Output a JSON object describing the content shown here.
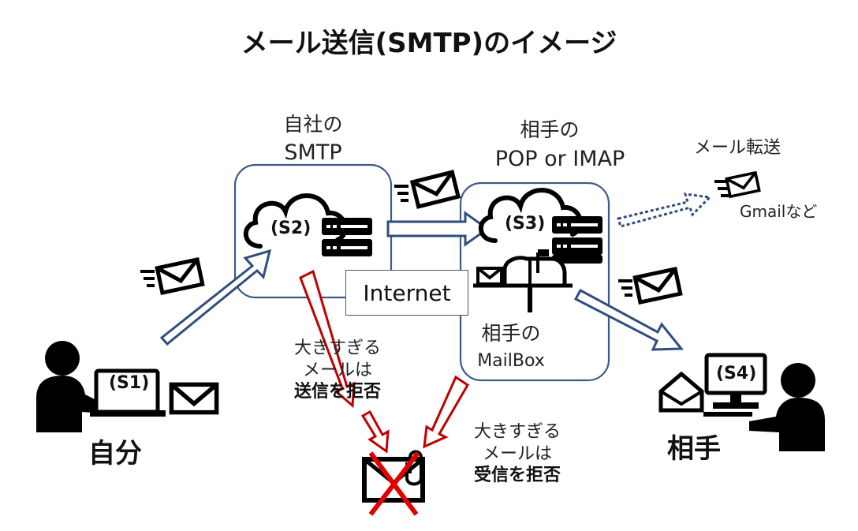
{
  "title": "メール送信(SMTP)のイメージ",
  "nodes": {
    "s1": {
      "tag": "(S1)",
      "name": "自分"
    },
    "s2": {
      "tag": "(S2)",
      "label_line1": "自社の",
      "label_line2": "SMTP"
    },
    "s3": {
      "tag": "(S3)",
      "label_line1": "相手の",
      "label_line2": "POP or IMAP",
      "mailbox_line1": "相手の",
      "mailbox_line2": "MailBox"
    },
    "s4": {
      "tag": "(S4)",
      "name": "相手"
    }
  },
  "internet": "Internet",
  "forward": {
    "label": "メール転送",
    "example": "Gmailなど"
  },
  "reject_send": {
    "line1": "大きすぎる",
    "line2": "メールは",
    "line3": "送信を拒否"
  },
  "reject_receive": {
    "line1": "大きすぎる",
    "line2": "メールは",
    "line3": "受信を拒否"
  },
  "colors": {
    "box_border": "#3d5a8a",
    "arrow": "#2f4e7e",
    "reject": "#c00000"
  }
}
